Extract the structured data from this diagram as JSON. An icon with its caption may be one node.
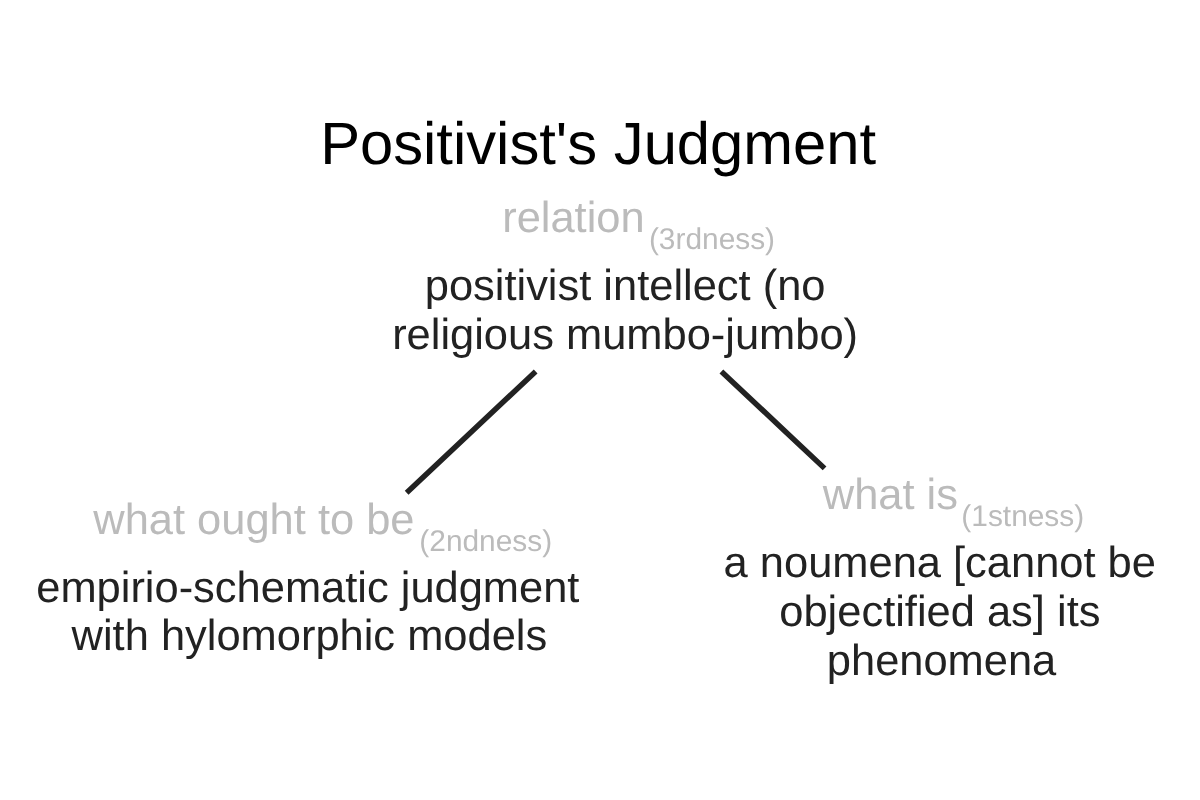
{
  "diagram": {
    "title": "Positivist's Judgment",
    "nodes": [
      {
        "text": [
          "relation$_{(3rdness)}$",
          "positivist intellect (no religious mumbo-jumbo)"
        ]
      },
      {
        "text": [
          "what ought to be$_{(2ndness)}$",
          "empirio-schematic judgment with hylomorphic models"
        ]
      },
      {
        "text": [
          "what is$_{(1stness)}$",
          "a noumena [cannot be objectified as] its phenomena"
        ]
      }
    ],
    "edges": [
      {
        "from": 0,
        "to": 1,
        "arrow": "none"
      },
      {
        "from": 0,
        "to": 2,
        "arrow": "none"
      }
    ]
  }
}
